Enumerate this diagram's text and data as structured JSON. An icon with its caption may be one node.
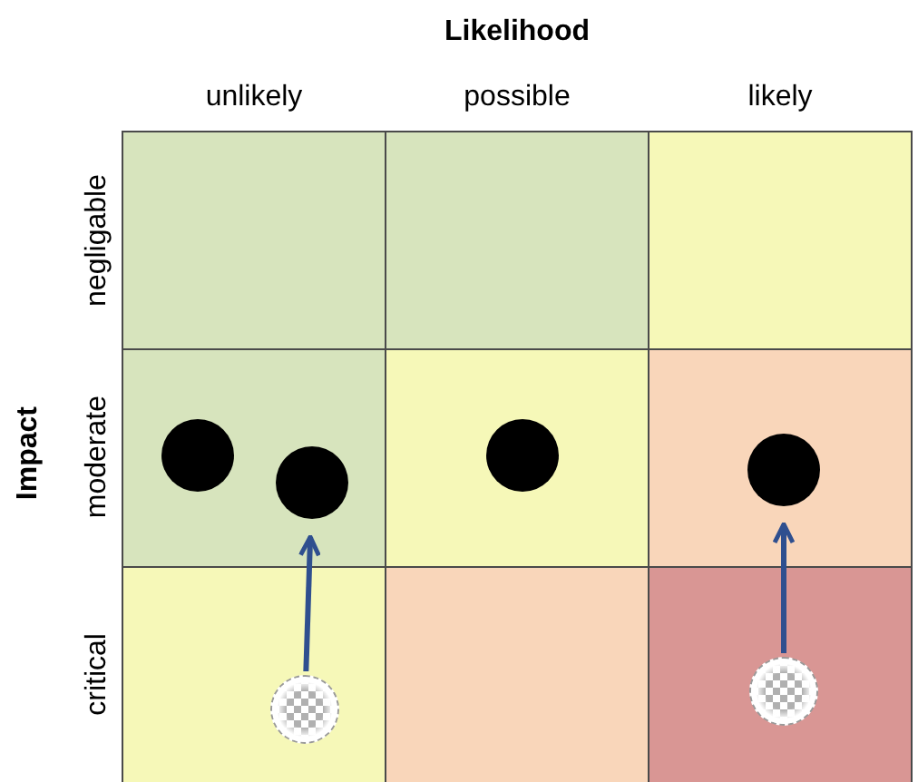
{
  "diagram": {
    "nodes": [
      {
        "text": [],
        "shape": "box"
      },
      {
        "text": [],
        "shape": "box"
      },
      {
        "text": [],
        "shape": "box"
      },
      {
        "text": [],
        "shape": "box"
      },
      {
        "text": [],
        "shape": "circle",
        "in": 3
      },
      {
        "text": [],
        "shape": "circle",
        "in": 3
      },
      {
        "text": [],
        "shape": "box"
      },
      {
        "text": [],
        "shape": "circle",
        "in": 6
      },
      {
        "text": [],
        "shape": "box"
      },
      {
        "text": [],
        "shape": "circle",
        "in": 8
      },
      {
        "text": [],
        "shape": "box"
      },
      {
        "text": [],
        "shape": "circle",
        "in": 10
      },
      {
        "text": [],
        "shape": "box"
      },
      {
        "text": [],
        "shape": "box"
      },
      {
        "text": [],
        "shape": "circle",
        "in": 13
      }
    ],
    "edges": [
      {
        "from": 11,
        "to": 5,
        "arrow": "to"
      },
      {
        "from": 14,
        "to": 9,
        "arrow": "to"
      }
    ],
    "labels": [
      "Likelihood",
      "unlikely",
      "possible",
      "likely",
      "Impact",
      "negligable",
      "moderate",
      "critical"
    ]
  }
}
